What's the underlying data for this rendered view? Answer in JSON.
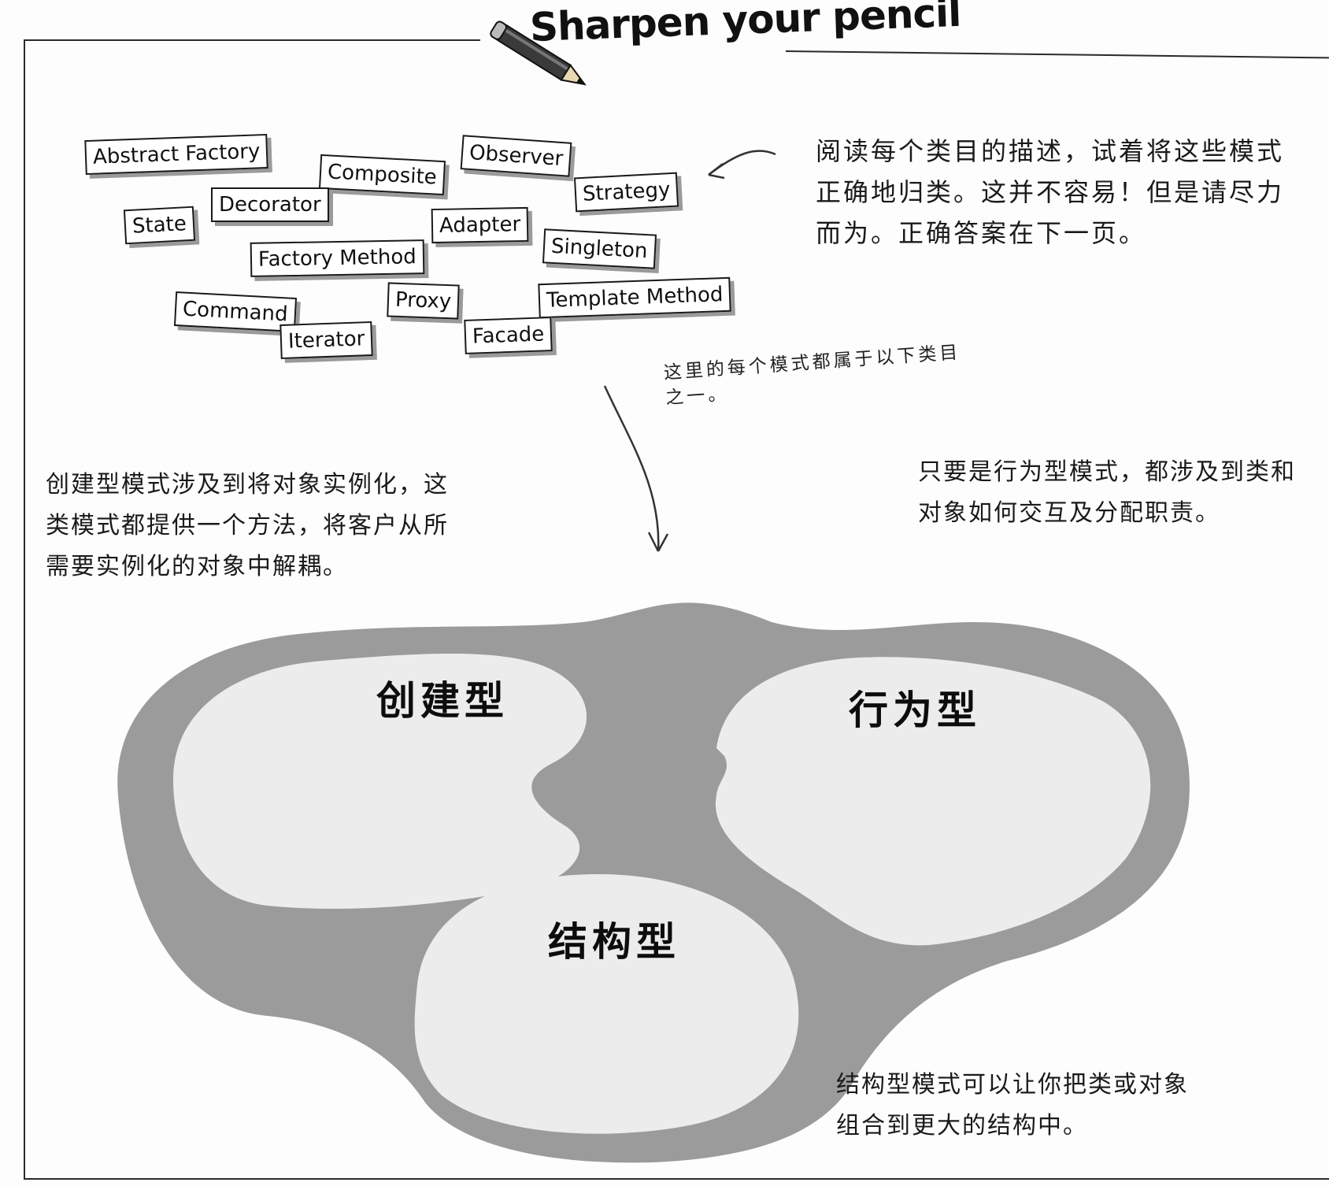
{
  "header": {
    "title": "Sharpen your pencil"
  },
  "pattern_cards": [
    "Abstract Factory",
    "Composite",
    "Observer",
    "Strategy",
    "Decorator",
    "State",
    "Adapter",
    "Singleton",
    "Factory Method",
    "Proxy",
    "Template Method",
    "Command",
    "Iterator",
    "Facade"
  ],
  "instruction": "阅读每个类目的描述，试着将这些模式正确地归类。这并不容易！但是请尽力而为。正确答案在下一页。",
  "note": "这里的每个模式都属于以下类目之一。",
  "categories": {
    "creational": {
      "label": "创建型",
      "description": "创建型模式涉及到将对象实例化，这类模式都提供一个方法，将客户从所需要实例化的对象中解耦。"
    },
    "behavioral": {
      "label": "行为型",
      "description": "只要是行为型模式，都涉及到类和对象如何交互及分配职责。"
    },
    "structural": {
      "label": "结构型",
      "description": "结构型模式可以让你把类或对象组合到更大的结构中。"
    }
  },
  "colors": {
    "outer_blob": "#9b9b9b",
    "inner_blob": "#ececec",
    "frame": "#2a2a2a"
  },
  "icons": [
    "pencil-icon",
    "curved-arrow-icon",
    "down-arrow-icon"
  ]
}
